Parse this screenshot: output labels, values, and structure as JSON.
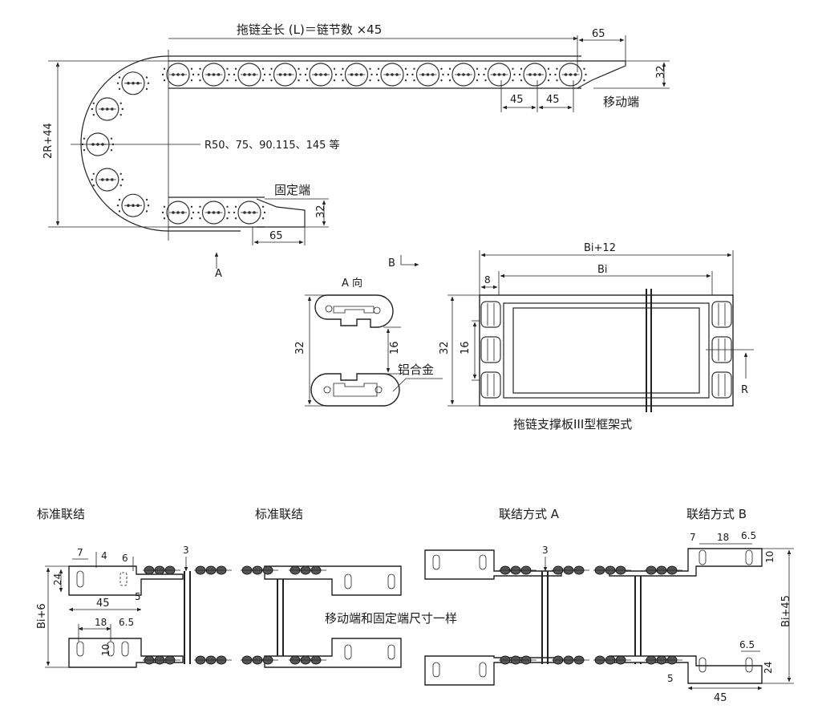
{
  "top_drawing": {
    "total_length_label": "拖链全长 (L)＝链节数 ×45",
    "radius_note": "R50、75、90.115、145 等",
    "moving_end_label": "移动端",
    "fixed_end_label": "固定端",
    "height_label": "2R+44",
    "pitch_dim": "45",
    "end_length_dim": "65",
    "end_height_dim": "32",
    "view_a_arrow": "A",
    "view_b_arrow": "B"
  },
  "view_a": {
    "title": "A 向",
    "outer_dim": "32",
    "inner_dim": "16",
    "material_label": "铝合金"
  },
  "frame_view": {
    "outer_width_dim": "Bi+12",
    "inner_width_dim": "Bi",
    "side_dim": "8",
    "height_dim": "32",
    "inner_height_dim": "16",
    "r_label": "R",
    "caption": "拖链支撑板III型框架式"
  },
  "connections": {
    "standard_1_title": "标准联结",
    "standard_2_title": "标准联结",
    "method_a_title": "联结方式 A",
    "method_b_title": "联结方式 B",
    "same_size_note": "移动端和固定端尺寸一样",
    "std1_dims": {
      "d7": "7",
      "d4": "4",
      "d6": "6",
      "d3": "3",
      "d24": "24",
      "d5": "5",
      "d45": "45",
      "d18": "18",
      "d65": "6.5",
      "d10": "10",
      "bi6": "Bi+6"
    },
    "methodA_dims": {
      "d3": "3"
    },
    "methodB_dims": {
      "d7": "7",
      "d18": "18",
      "d65": "6.5",
      "d10": "10",
      "bi45": "Bi+45",
      "d65b": "6.5",
      "d24": "24",
      "d5": "5",
      "d45": "45"
    }
  }
}
